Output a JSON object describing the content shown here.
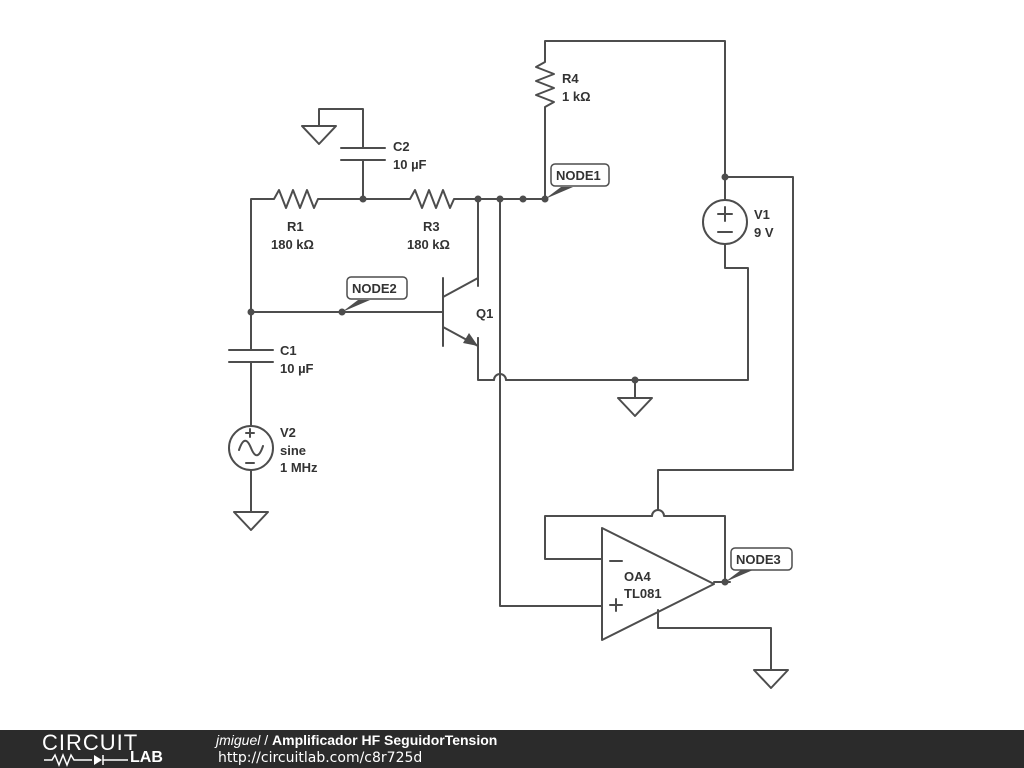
{
  "schematic": {
    "components": {
      "r1": {
        "ref": "R1",
        "value": "180 kΩ"
      },
      "r3": {
        "ref": "R3",
        "value": "180 kΩ"
      },
      "r4": {
        "ref": "R4",
        "value": "1 kΩ"
      },
      "c1": {
        "ref": "C1",
        "value": "10 µF"
      },
      "c2": {
        "ref": "C2",
        "value": "10 µF"
      },
      "q1": {
        "ref": "Q1"
      },
      "v1": {
        "ref": "V1",
        "value": "9 V"
      },
      "v2": {
        "ref": "V2",
        "type": "sine",
        "freq": "1 MHz"
      },
      "oa4": {
        "ref": "OA4",
        "part": "TL081"
      }
    },
    "nodes": {
      "node1": "NODE1",
      "node2": "NODE2",
      "node3": "NODE3"
    }
  },
  "footer": {
    "logo_top": "CIRCUIT",
    "logo_bottom": "LAB",
    "author": "jmiguel",
    "separator": "/",
    "title": "Amplificador HF SeguidorTension",
    "url": "http://circuitlab.com/c8r725d"
  }
}
